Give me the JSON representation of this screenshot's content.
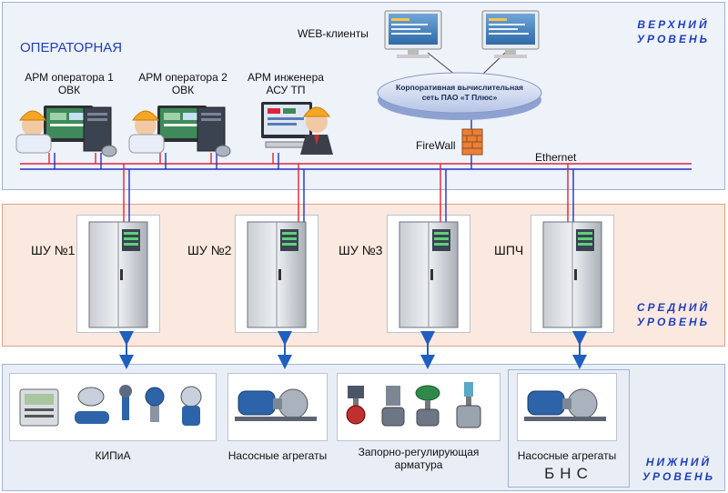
{
  "levels": {
    "upper": [
      "ВЕРХНИЙ",
      "УРОВЕНЬ"
    ],
    "middle": [
      "СРЕДНИЙ",
      "УРОВЕНЬ"
    ],
    "lower": [
      "НИЖНИЙ",
      "УРОВЕНЬ"
    ]
  },
  "operator_room": {
    "title": "ОПЕРАТОРНАЯ"
  },
  "workstations": [
    {
      "line1": "АРМ оператора 1",
      "line2": "ОВК"
    },
    {
      "line1": "АРМ оператора 2",
      "line2": "ОВК"
    },
    {
      "line1": "АРМ инженера",
      "line2": "АСУ ТП"
    }
  ],
  "web_clients": "WEB-клиенты",
  "network": {
    "line1": "Корпоративная вычислительная",
    "line2": "сеть ПАО «Т Плюс»"
  },
  "firewall": "FireWall",
  "ethernet": "Ethernet",
  "cabinets": [
    "ШУ №1",
    "ШУ №2",
    "ШУ №3",
    "ШПЧ"
  ],
  "field": {
    "kipia": "КИПиА",
    "pumps": "Насосные агрегаты",
    "valves": [
      "Запорно-регулирующая",
      "арматура"
    ],
    "bns_pumps": "Насосные агрегаты",
    "bns": "БНС"
  },
  "colors": {
    "bus_red": "#e0243a",
    "bus_blue": "#2030c8",
    "arrow": "#1f5fbf"
  }
}
